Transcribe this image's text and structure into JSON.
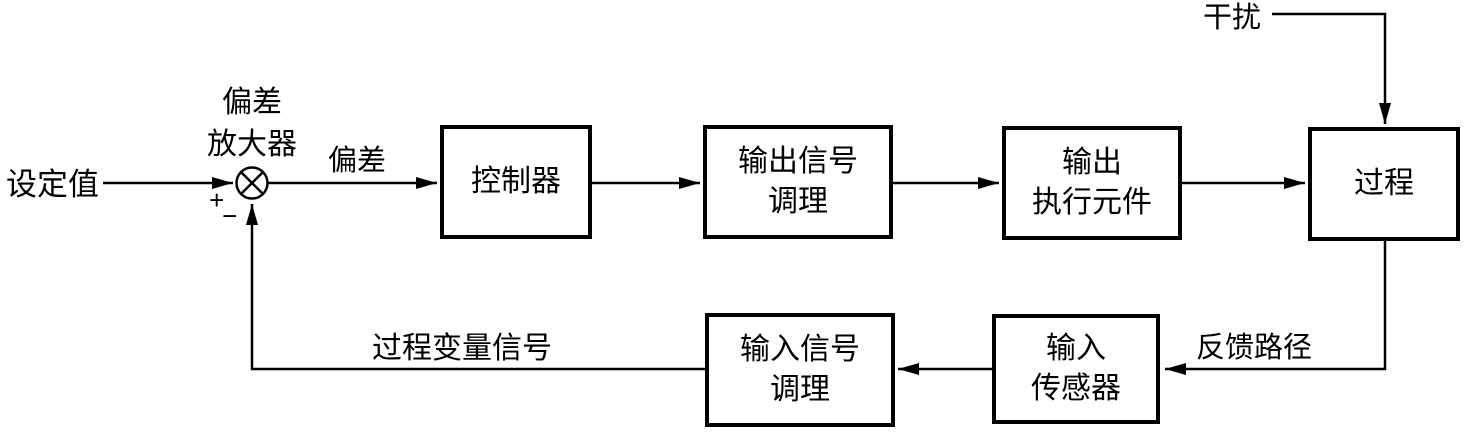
{
  "diagram": {
    "type": "feedback-control-loop-block-diagram",
    "ink_color": "#000000",
    "background_color": "#ffffff"
  },
  "labels": {
    "setpoint": "设定值",
    "summing_amplifier": "偏差\n放大器",
    "plus_sign": "+",
    "minus_sign": "−",
    "deviation": "偏差",
    "disturbance": "干扰",
    "feedback_path": "反馈路径",
    "process_variable_signal": "过程变量信号"
  },
  "blocks": [
    {
      "id": "controller",
      "label": "控制器"
    },
    {
      "id": "output-signal-conditioning",
      "label": "输出信号\n调理"
    },
    {
      "id": "output-actuator",
      "label": "输出\n执行元件"
    },
    {
      "id": "process",
      "label": "过程"
    },
    {
      "id": "input-sensor",
      "label": "输入\n传感器"
    },
    {
      "id": "input-signal-conditioning",
      "label": "输入信号\n调理"
    }
  ]
}
